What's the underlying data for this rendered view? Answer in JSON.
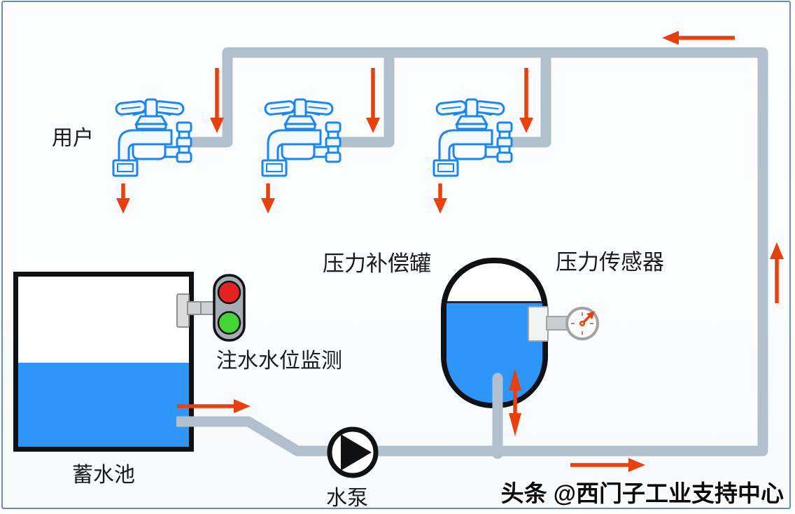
{
  "diagram": {
    "labels": {
      "users": "用户",
      "reservoir": "蓄水池",
      "level_monitor": "注水水位监测",
      "pressure_tank": "压力补偿罐",
      "pressure_sensor": "压力传感器",
      "pump": "水泵"
    },
    "watermark": "头条 @西门子工业支持中心",
    "icons": {
      "faucet": "faucet-tap-icon",
      "pump": "pump-circle-triangle-icon",
      "gauge": "pressure-gauge-icon",
      "signal": "red-green-level-indicator-icon",
      "flow_arrows": "red-flow-arrow-icon"
    },
    "colors": {
      "pipe": "#b2c0cd",
      "water": "#2e96f8",
      "arrow": "#e8410d",
      "faucet": "#1b87ee",
      "signal_red": "#e32222",
      "signal_green": "#44d435",
      "outline_black": "#101113"
    }
  }
}
